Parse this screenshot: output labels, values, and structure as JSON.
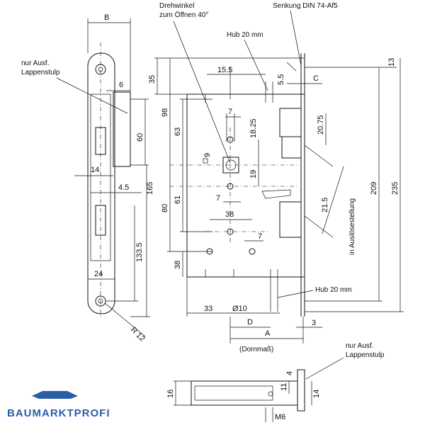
{
  "labels": {
    "drehwinkel": [
      "Drehwinkel",
      "zum Öffnen 40°"
    ],
    "senkung": "Senkung DIN 74-Af5",
    "hub_top": "Hub 20 mm",
    "hub_bottom": "Hub 20 mm",
    "lappenstulp_top": [
      "nur Ausf.",
      "Lappenstulp"
    ],
    "lappenstulp_bottom": [
      "nur Ausf.",
      "Lappenstulp"
    ],
    "ausloese": "in Auslösestellung",
    "dornmass": "(Dornmaß)"
  },
  "dims": {
    "B": "B",
    "d6": "6",
    "d60": "60",
    "d14": "14",
    "d4_5": "4.5",
    "d165": "165",
    "d133_5": "133.5",
    "d24": "24",
    "R12": "R 12",
    "d35": "35",
    "d98": "98",
    "d63": "63",
    "d80": "80",
    "d61": "61",
    "d38_left": "38",
    "d15_5": "15.5",
    "d5_5": "5.5",
    "C": "C",
    "d13": "13",
    "d7_top": "7",
    "d18_25": "18.25",
    "d20_75": "20.75",
    "d9": "9",
    "d19": "19",
    "d7_mid": "7",
    "d38_mid": "38",
    "d7_low": "7",
    "d21_5": "21.5",
    "d209": "209",
    "d235": "235",
    "d33": "33",
    "d10": "Ø10",
    "D": "D",
    "A": "A",
    "d3": "3",
    "d16": "16",
    "d11": "11",
    "d4": "4",
    "d14b": "14",
    "M6": "M6"
  },
  "brand": {
    "name": "BAUMARKTPROFI",
    "color": "#2b5ea8"
  }
}
